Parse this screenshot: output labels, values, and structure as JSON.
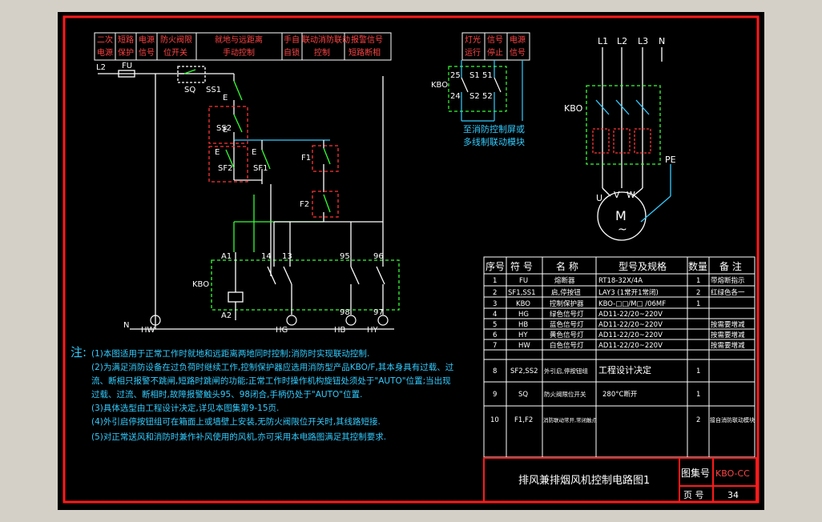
{
  "colors": {
    "frame": "#ff1a1a",
    "wire": "#ffffff",
    "green": "#33ff33",
    "cyan": "#33ccff",
    "dash": "#ff3333",
    "text": "#ffffff",
    "note": "#33ccff",
    "bg": "#000000"
  },
  "function_header": [
    {
      "l1": "二次",
      "l2": "电源"
    },
    {
      "l1": "短路",
      "l2": "保护"
    },
    {
      "l1": "电源",
      "l2": "信号"
    },
    {
      "l1": "防火阀限",
      "l2": "位开关"
    },
    {
      "l1": "就地与远距离",
      "l2": "手动控制"
    },
    {
      "l1": "手自",
      "l2": "自锁"
    },
    {
      "l1": "联动消防联动",
      "l2": "控制"
    },
    {
      "l1": "报警信号",
      "l2": "短路断相"
    }
  ],
  "status_header": [
    {
      "l1": "灯光",
      "l2": "运行"
    },
    {
      "l1": "信号",
      "l2": "停止"
    },
    {
      "l1": "电源",
      "l2": "信号"
    }
  ],
  "labels": {
    "L2": "L2",
    "FU": "FU",
    "N": "N",
    "SQ": "SQ",
    "SS1": "SS1",
    "SS2": "SS2",
    "SF1": "SF1",
    "SF2": "SF2",
    "F1": "F1",
    "F2": "F2",
    "KBO": "KBO",
    "A1": "A1",
    "A2": "A2",
    "c14": "14",
    "c13": "13",
    "c95": "95",
    "c96": "96",
    "c98": "98",
    "c97": "97",
    "HW": "HW",
    "HG": "HG",
    "HB": "HB",
    "HY": "HY",
    "c25": "25",
    "c24": "24",
    "c51": "51",
    "c52": "52",
    "S1": "S1",
    "S2": "S2",
    "fire_line1": "至消防控制屏或",
    "fire_line2": "多线制联动模块",
    "L1": "L1",
    "L2b": "L2",
    "L3": "L3",
    "Nb": "N",
    "PE": "PE",
    "U": "U",
    "V": "V",
    "W": "W",
    "M": "M",
    "tilde": "~",
    "E": "E"
  },
  "notes": {
    "title": "注:",
    "n1": "(1)本图适用于正常工作时就地和远距离两地同时控制;消防时实现联动控制.",
    "n2": "(2)为满足消防设备在过负荷时继续工作,控制保护器应选用消防型产品KBO/F,其本身具有过载、过",
    "n2b": "流、断相只报警不跳闸,短路时跳闸的功能;正常工作时操作机构旋钮处须处于\"AUTO\"位置;当出现",
    "n2c": "过载、过流、断相时,故障报警触头95、98闭合,手柄仍处于\"AUTO\"位置.",
    "n3": "(3)具体选型由工程设计决定,详见本图集第9-15页.",
    "n4": "(4)外引启停按钮组可在箱面上或墙壁上安装,无防火阀限位开关时,其线路短接.",
    "n5": "(5)对正常送风和消防时兼作补风使用的风机,亦可采用本电路图满足其控制要求."
  },
  "bom": {
    "headers": [
      "序号",
      "符 号",
      "名 称",
      "型号及规格",
      "数量",
      "备 注"
    ],
    "rows": [
      [
        "1",
        "FU",
        "熔断器",
        "RT18-32X/4A",
        "1",
        "带熔断指示"
      ],
      [
        "2",
        "SF1,SS1",
        "启,停按钮",
        "LAY3 (1常开1常闭)",
        "2",
        "红绿色各一"
      ],
      [
        "3",
        "KBO",
        "控制保护器",
        "KBO-□□/M□ /06MF",
        "1",
        ""
      ],
      [
        "4",
        "HG",
        "绿色信号灯",
        "AD11-22/20~220V",
        "",
        ""
      ],
      [
        "5",
        "HB",
        "蓝色信号灯",
        "AD11-22/20~220V",
        "",
        "按需要增减"
      ],
      [
        "6",
        "HY",
        "黄色信号灯",
        "AD11-22/20~220V",
        "",
        "按需要增减"
      ],
      [
        "7",
        "HW",
        "白色信号灯",
        "AD11-22/20~220V",
        "",
        "按需要增减"
      ],
      [
        "8",
        "SF2,SS2",
        "外引启,停按钮组",
        "工程设计决定",
        "1",
        ""
      ],
      [
        "9",
        "SQ",
        "防火阀限位开关",
        "280°C断开",
        "1",
        ""
      ],
      [
        "10",
        "F1,F2",
        "消防联动常开,常闭触点",
        "",
        "2",
        "接自消防联动模块"
      ]
    ]
  },
  "title_block": {
    "drawing_title": "排风兼排烟风机控制电路图1",
    "atlas_label": "图集号",
    "atlas_value": "KBO-CC",
    "page_label": "页 号",
    "page_value": "34"
  }
}
